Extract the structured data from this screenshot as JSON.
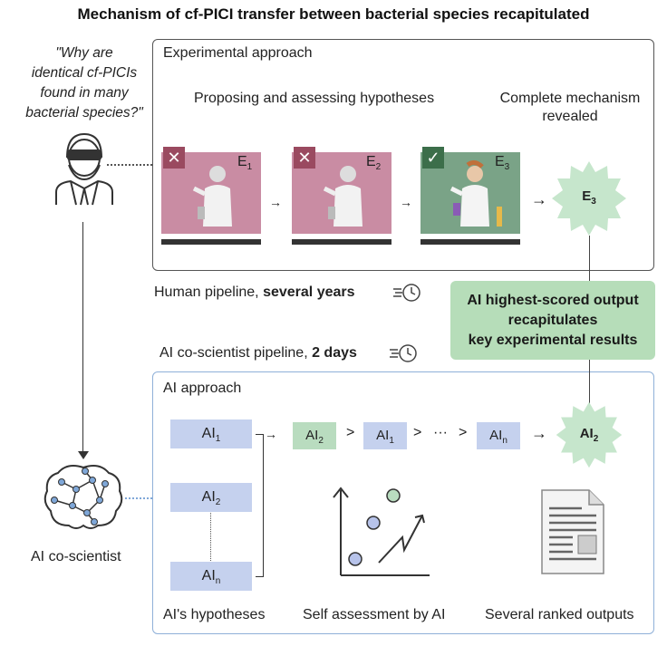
{
  "title": "Mechanism of cf-PICI transfer between bacterial species recapitulated",
  "question": {
    "line1": "\"Why are",
    "line2_pre": "identical ",
    "line2_em": "cf-PICIs",
    "line3": "found in many",
    "line4": "bacterial species?\""
  },
  "experimental": {
    "heading": "Experimental approach",
    "proposing": "Proposing and assessing hypotheses",
    "complete_line1": "Complete mechanism",
    "complete_line2": "revealed",
    "panels": [
      {
        "label": "E",
        "sub": "1",
        "status": "rejected"
      },
      {
        "label": "E",
        "sub": "2",
        "status": "rejected"
      },
      {
        "label": "E",
        "sub": "3",
        "status": "accepted"
      }
    ],
    "result": {
      "label": "E",
      "sub": "3"
    }
  },
  "human_pipeline": {
    "prefix": "Human pipeline, ",
    "bold": "several years"
  },
  "callout": {
    "line1": "AI highest-scored output",
    "line2": "recapitulates",
    "line3": "key experimental results"
  },
  "ai_pipeline": {
    "prefix": "AI co-scientist pipeline, ",
    "bold": "2 days"
  },
  "ai_approach": {
    "heading": "AI approach",
    "hypotheses": [
      {
        "label": "AI",
        "sub": "1"
      },
      {
        "label": "AI",
        "sub": "2"
      },
      {
        "label": "AI",
        "sub": "n"
      }
    ],
    "ranking": [
      {
        "label": "AI",
        "sub": "2"
      },
      {
        "label": "AI",
        "sub": "1"
      },
      {
        "label": "AI",
        "sub": "n"
      }
    ],
    "gt": ">",
    "ellipsis": "···",
    "result": {
      "label": "AI",
      "sub": "2"
    },
    "captions": {
      "hypotheses": "AI's hypotheses",
      "self_assessment": "Self assessment by AI",
      "ranked": "Several ranked outputs"
    }
  },
  "ai_co_scientist": "AI co-scientist",
  "colors": {
    "rejected_panel": "#c98ca3",
    "accepted_panel": "#7aa387",
    "hypothesis_box": "#c5d1ee",
    "top_ranked_box": "#b9dcbf",
    "burst": "#c6e6cc",
    "callout": "#b6ddb9",
    "ai_border": "#8fb0d8"
  }
}
